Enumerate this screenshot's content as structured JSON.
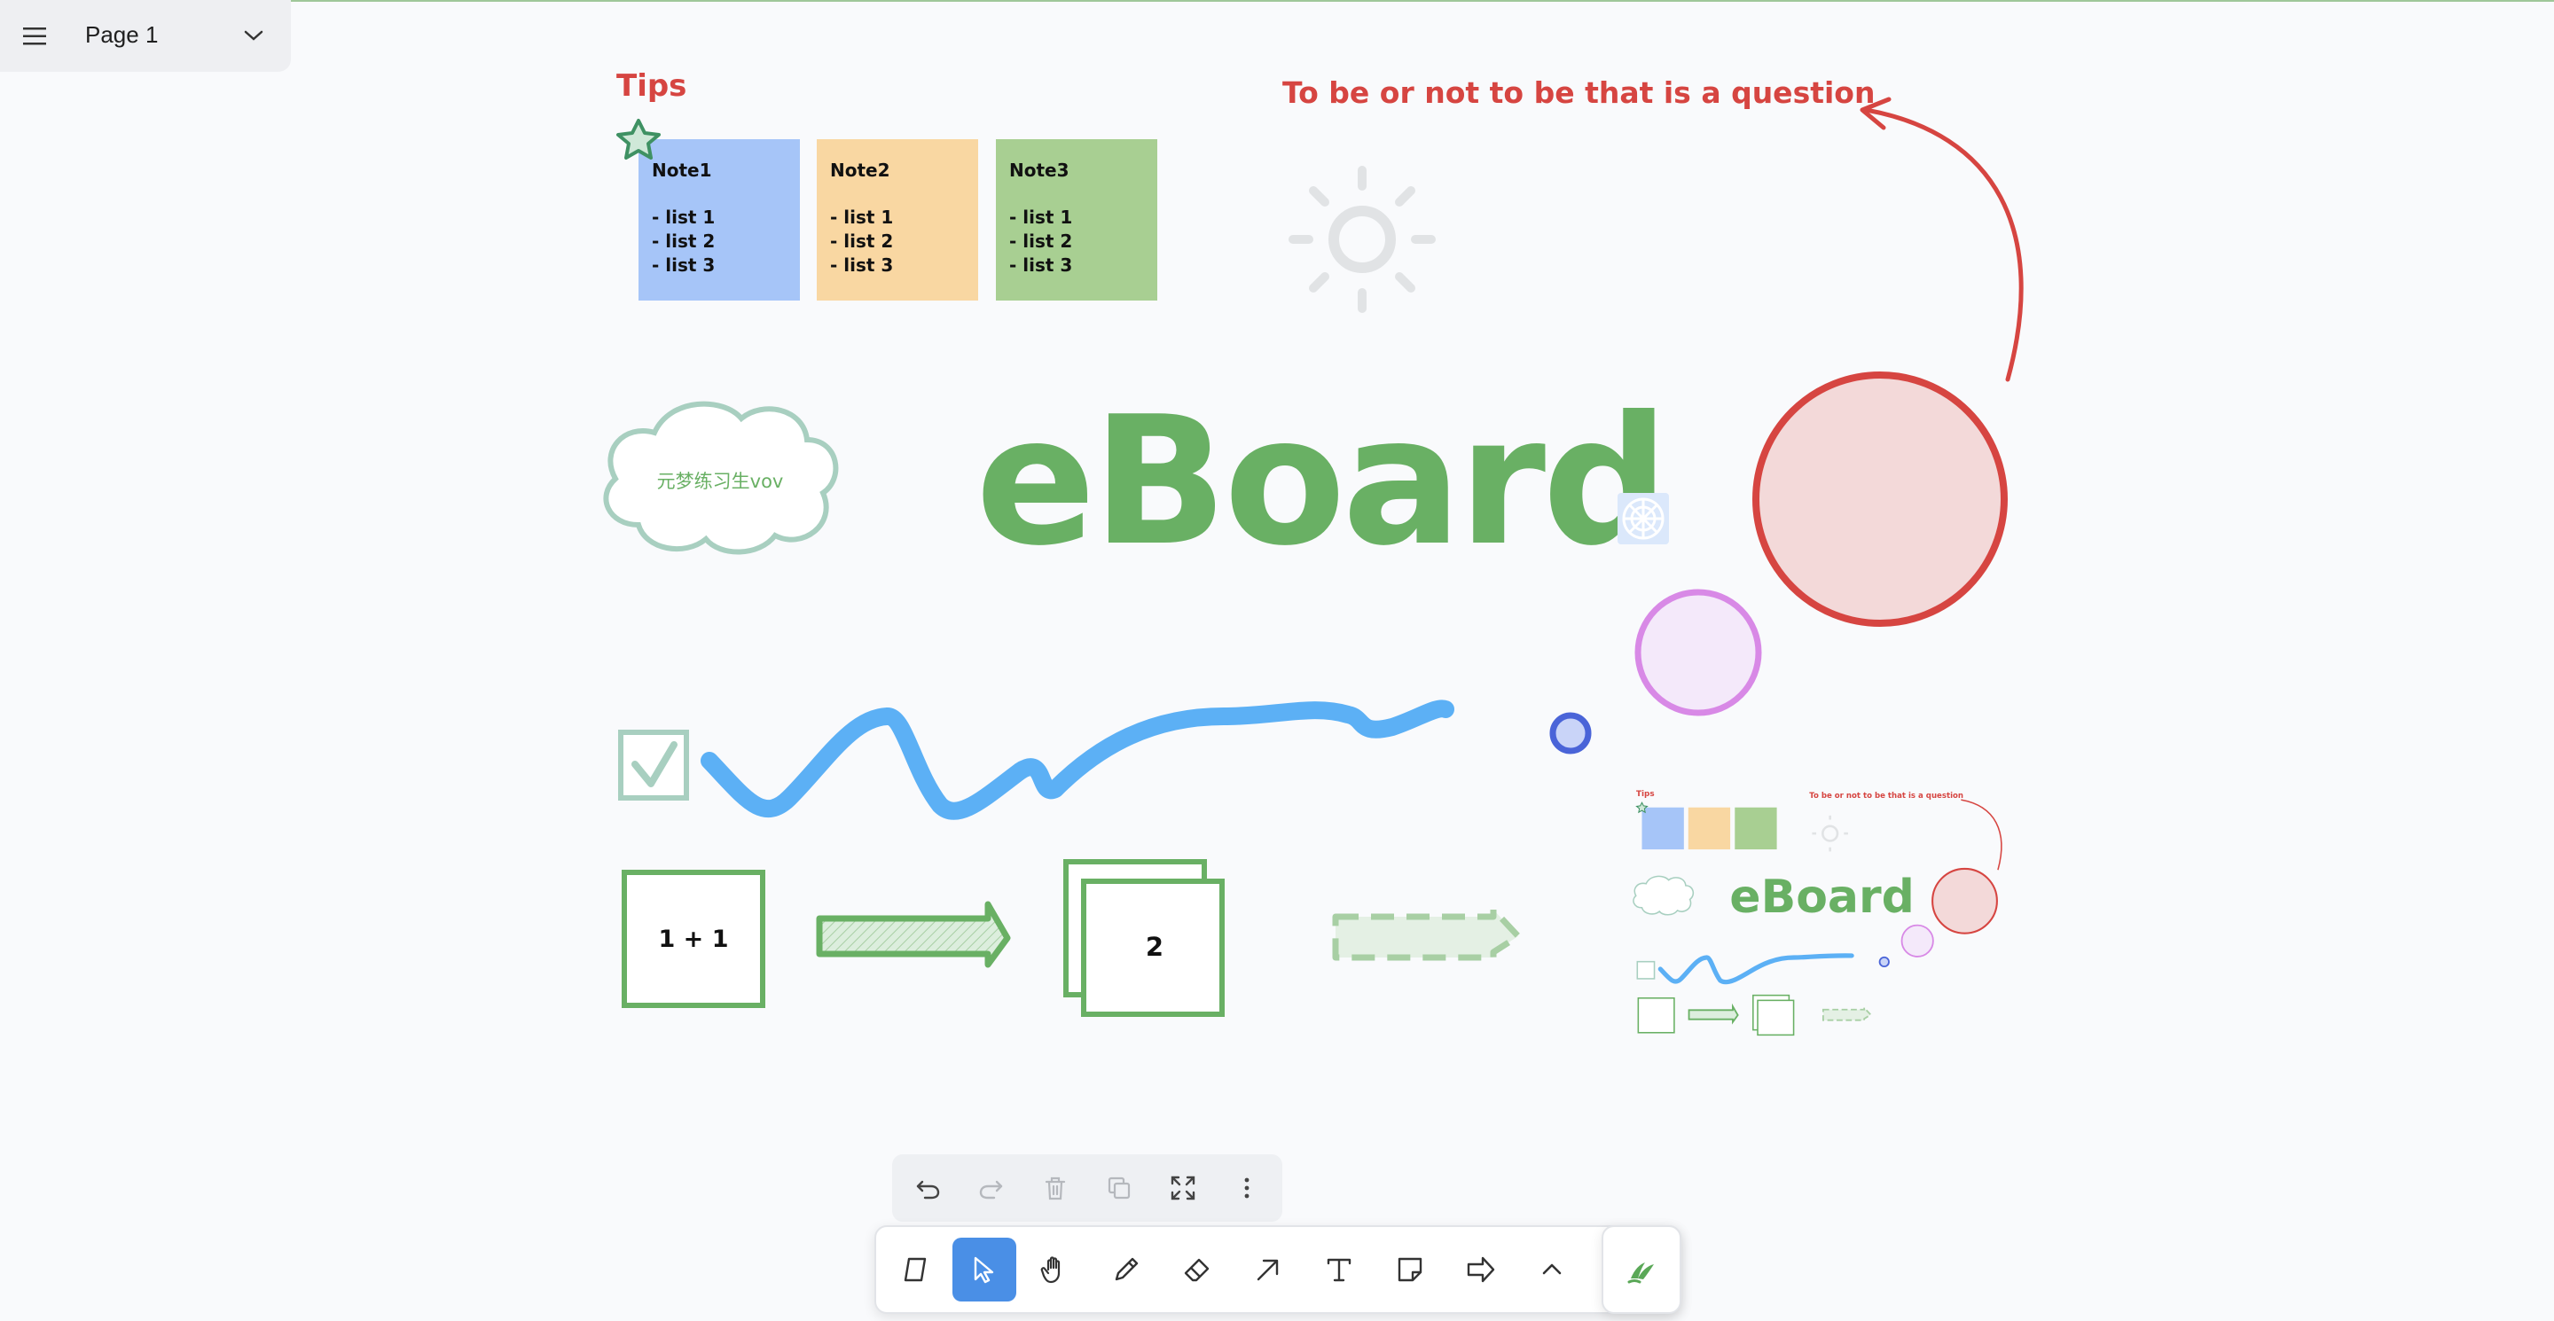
{
  "header": {
    "page_name": "Page 1"
  },
  "canvas": {
    "tips_label": "Tips",
    "quote": "To be or not to be that is a question",
    "notes": [
      {
        "title": "Note1",
        "items": [
          "- list 1",
          "- list 2",
          "- list 3"
        ],
        "color": "#a6c5f8"
      },
      {
        "title": "Note2",
        "items": [
          "- list 1",
          "- list 2",
          "- list 3"
        ],
        "color": "#f9d7a2"
      },
      {
        "title": "Note3",
        "items": [
          "- list 1",
          "- list 2",
          "- list 3"
        ],
        "color": "#a8cf92"
      }
    ],
    "cloud_text": "元梦练习生vov",
    "logo_text": "eBoard",
    "box1_text": "1 + 1",
    "box2_text": "2",
    "colors": {
      "green": "#69b064",
      "red": "#d64541",
      "blue_stroke": "#5cb0f5",
      "purple": "#d889e6",
      "accent": "#4a8fe6"
    }
  },
  "minimap": {
    "tips_label": "Tips",
    "quote": "To be or not to be that is a question",
    "logo_text": "eBoard"
  },
  "panel": {
    "icons": [
      "undo-icon",
      "redo-icon",
      "trash-icon",
      "copy-icon",
      "fit-screen-icon",
      "more-icon"
    ]
  },
  "toolbar": {
    "tools": [
      "shape",
      "select",
      "pan",
      "pen",
      "eraser",
      "arrow",
      "text",
      "sticky-note",
      "arrow-shape",
      "expand"
    ],
    "active": "select"
  }
}
